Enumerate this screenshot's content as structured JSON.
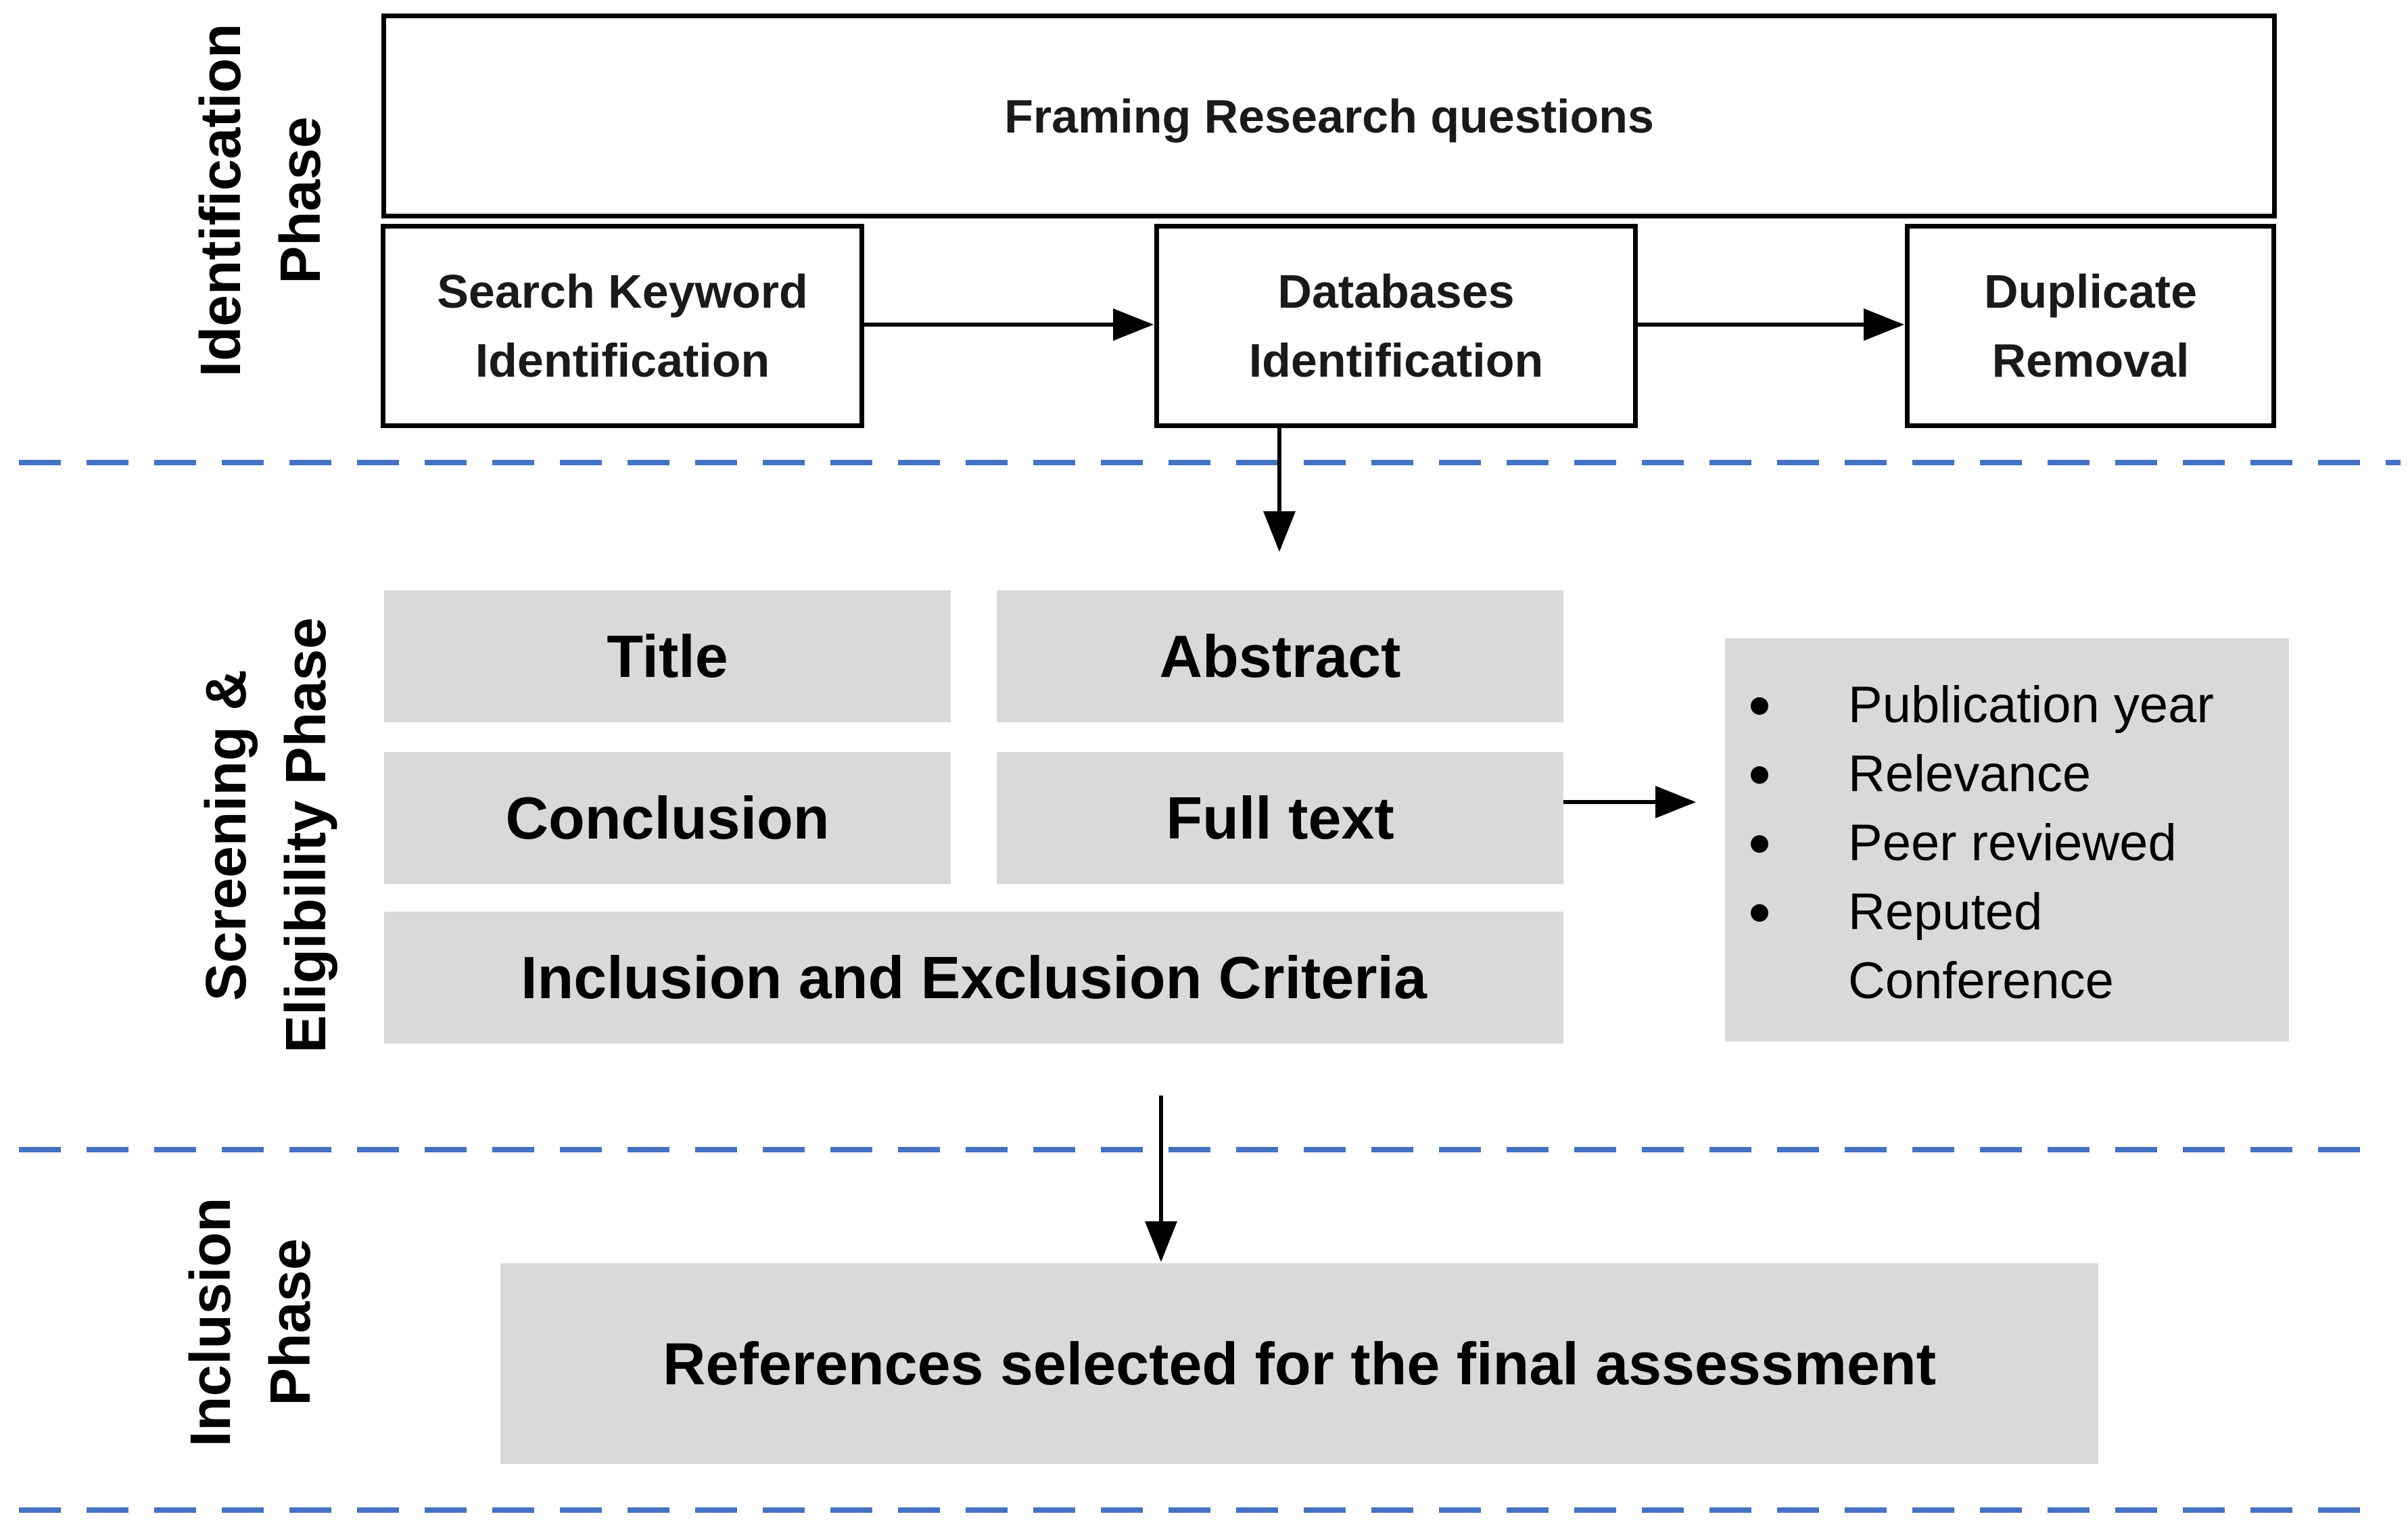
{
  "phases": {
    "identification": "Identification\nPhase",
    "screening": "Screening &\nEligibility Phase",
    "inclusion": "Inclusion\nPhase"
  },
  "identification": {
    "framing": "Framing Research questions",
    "search_keyword": "Search Keyword\nIdentification",
    "databases": "Databases\nIdentification",
    "duplicate": "Duplicate\nRemoval"
  },
  "screening": {
    "title": "Title",
    "abstract": "Abstract",
    "conclusion": "Conclusion",
    "full_text": "Full text",
    "criteria": "Inclusion and Exclusion Criteria",
    "criteria_items": [
      "Publication year",
      "Relevance",
      "Peer reviewed",
      "Reputed Conference"
    ]
  },
  "inclusion": {
    "references": "References selected for the final assessment"
  },
  "colors": {
    "divider": "#4472c4",
    "grey_box": "#d9d9d9",
    "outline": "#000000"
  }
}
